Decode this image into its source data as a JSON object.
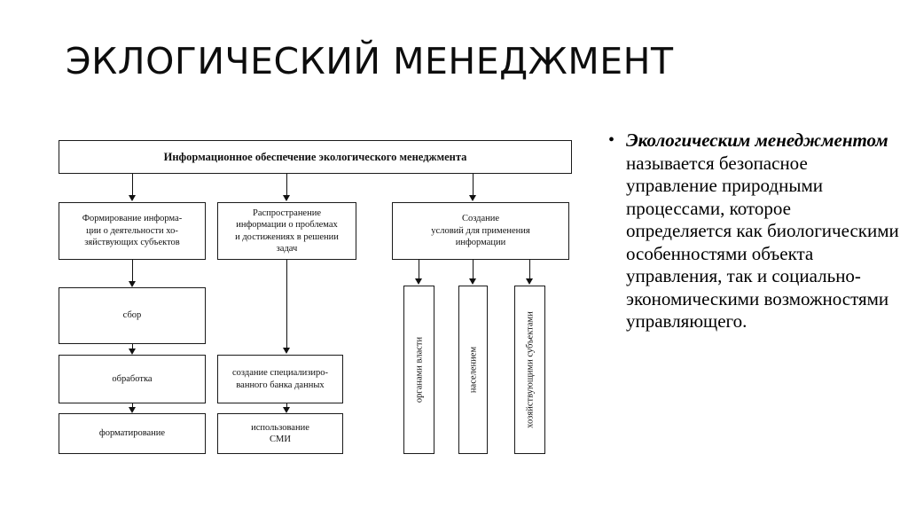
{
  "slide": {
    "title": "ЭКЛОГИЧЕСКИЙ МЕНЕДЖМЕНТ",
    "background_color": "#ffffff",
    "line_color": "#111111"
  },
  "diagram": {
    "root": {
      "label": "Информационное обеспечение экологического менеджмента"
    },
    "level2": [
      {
        "label": "Формирование информа-\nции о деятельности хо-\nзяйствующих субъектов"
      },
      {
        "label": "Распространение\nинформации о проблемах\nи достижениях в решении\nзадач"
      },
      {
        "label": "Создание\nусловий для применения\nинформации"
      }
    ],
    "column_left": [
      {
        "label": "сбор"
      },
      {
        "label": "обработка"
      },
      {
        "label": "форматирование"
      }
    ],
    "column_middle": [
      {
        "label": "создание специализиро-\nванного банка данных"
      },
      {
        "label": "использование\nСМИ"
      }
    ],
    "column_right_vertical": [
      {
        "label": "органами власти"
      },
      {
        "label": "населением"
      },
      {
        "label": "хозяйствующими субъектами"
      }
    ]
  },
  "bullet": {
    "marker": "•",
    "lead": "Экологическим менеджментом",
    "rest": " называется безопасное управление природными процессами, которое определяется как биологическими особенностями объекта управления, так и социально-экономическими возможностями управляющего."
  }
}
